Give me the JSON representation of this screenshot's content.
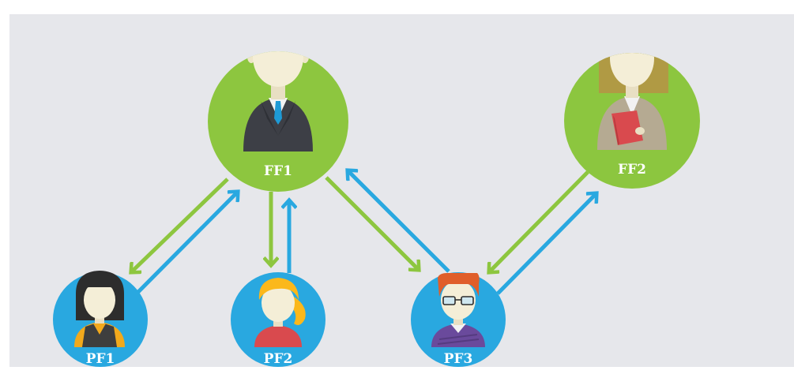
{
  "colors": {
    "background": "#e6e7eb",
    "ff_circle": "#8dc63f",
    "ff2_circle": "#8cc63f",
    "pf_circle": "#29a8e0",
    "green_arrow": "#8dc63f",
    "blue_arrow": "#29a8e0"
  },
  "nodes": {
    "ff1": {
      "label": "FF1",
      "icon": "businessman-avatar-icon"
    },
    "ff2": {
      "label": "FF2",
      "icon": "businesswoman-with-folder-avatar-icon"
    },
    "pf1": {
      "label": "PF1",
      "icon": "woman-black-hair-avatar-icon"
    },
    "pf2": {
      "label": "PF2",
      "icon": "blonde-woman-avatar-icon"
    },
    "pf3": {
      "label": "PF3",
      "icon": "man-with-glasses-avatar-icon"
    }
  },
  "edges": [
    {
      "from": "FF1",
      "to": "PF1",
      "direction": "bidirectional"
    },
    {
      "from": "FF1",
      "to": "PF2",
      "direction": "bidirectional"
    },
    {
      "from": "FF1",
      "to": "PF3",
      "direction": "bidirectional"
    },
    {
      "from": "FF2",
      "to": "PF3",
      "direction": "bidirectional"
    }
  ]
}
